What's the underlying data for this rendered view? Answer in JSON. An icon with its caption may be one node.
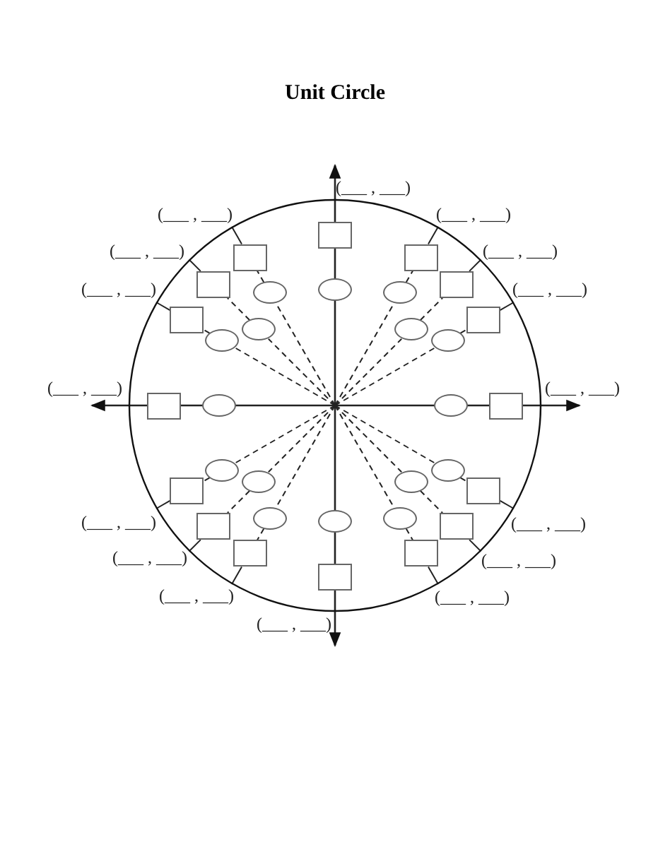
{
  "diagram": {
    "title": "Unit Circle",
    "nodes": [
      {
        "text": [],
        "shape": "circle"
      },
      {
        "text": [],
        "shape": "box",
        "in": 0
      },
      {
        "text": [],
        "shape": "ellipse",
        "in": 0
      },
      {
        "text": [],
        "shape": "box",
        "in": 0
      },
      {
        "text": [],
        "shape": "ellipse",
        "in": 0
      },
      {
        "text": [],
        "shape": "box",
        "in": 0
      },
      {
        "text": [],
        "shape": "ellipse",
        "in": 0
      },
      {
        "text": [],
        "shape": "box",
        "in": 0
      },
      {
        "text": [],
        "shape": "ellipse",
        "in": 0
      },
      {
        "text": [],
        "shape": "box",
        "in": 0
      },
      {
        "text": [],
        "shape": "ellipse",
        "in": 0
      },
      {
        "text": [],
        "shape": "box",
        "in": 0
      },
      {
        "text": [],
        "shape": "ellipse",
        "in": 0
      },
      {
        "text": [],
        "shape": "box",
        "in": 0
      },
      {
        "text": [],
        "shape": "ellipse",
        "in": 0
      },
      {
        "text": [],
        "shape": "box",
        "in": 0
      },
      {
        "text": [],
        "shape": "ellipse",
        "in": 0
      },
      {
        "text": [],
        "shape": "box",
        "in": 0
      },
      {
        "text": [],
        "shape": "ellipse",
        "in": 0
      },
      {
        "text": [],
        "shape": "box",
        "in": 0
      },
      {
        "text": [],
        "shape": "ellipse",
        "in": 0
      },
      {
        "text": [],
        "shape": "box",
        "in": 0
      },
      {
        "text": [],
        "shape": "ellipse",
        "in": 0
      },
      {
        "text": [],
        "shape": "box",
        "in": 0
      },
      {
        "text": [],
        "shape": "ellipse",
        "in": 0
      },
      {
        "text": [],
        "shape": "box",
        "in": 0
      },
      {
        "text": [],
        "shape": "ellipse",
        "in": 0
      },
      {
        "text": [],
        "shape": "box",
        "in": 0
      },
      {
        "text": [],
        "shape": "ellipse",
        "in": 0
      },
      {
        "text": [],
        "shape": "box",
        "in": 0
      },
      {
        "text": [],
        "shape": "ellipse",
        "in": 0
      },
      {
        "text": [],
        "shape": "box",
        "in": 0
      },
      {
        "text": [],
        "shape": "ellipse",
        "in": 0
      }
    ],
    "edges": [
      {
        "from": null,
        "to": 4,
        "arrow": "none",
        "style": "dashed"
      },
      {
        "from": 4,
        "to": 3,
        "arrow": "none",
        "style": "dashed"
      },
      {
        "from": 3,
        "to": 0,
        "arrow": "none"
      },
      {
        "from": null,
        "to": 6,
        "arrow": "none",
        "style": "dashed"
      },
      {
        "from": 6,
        "to": 5,
        "arrow": "none",
        "style": "dashed"
      },
      {
        "from": 5,
        "to": 0,
        "arrow": "none"
      },
      {
        "from": null,
        "to": 8,
        "arrow": "none",
        "style": "dashed"
      },
      {
        "from": 8,
        "to": 7,
        "arrow": "none",
        "style": "dashed"
      },
      {
        "from": 7,
        "to": 0,
        "arrow": "none"
      },
      {
        "from": null,
        "to": 12,
        "arrow": "none",
        "style": "dashed"
      },
      {
        "from": 12,
        "to": 11,
        "arrow": "none",
        "style": "dashed"
      },
      {
        "from": 11,
        "to": 0,
        "arrow": "none"
      },
      {
        "from": null,
        "to": 14,
        "arrow": "none",
        "style": "dashed"
      },
      {
        "from": 14,
        "to": 13,
        "arrow": "none",
        "style": "dashed"
      },
      {
        "from": 13,
        "to": 0,
        "arrow": "none"
      },
      {
        "from": null,
        "to": 16,
        "arrow": "none",
        "style": "dashed"
      },
      {
        "from": 16,
        "to": 15,
        "arrow": "none",
        "style": "dashed"
      },
      {
        "from": 15,
        "to": 0,
        "arrow": "none"
      },
      {
        "from": null,
        "to": 20,
        "arrow": "none",
        "style": "dashed"
      },
      {
        "from": 20,
        "to": 19,
        "arrow": "none",
        "style": "dashed"
      },
      {
        "from": 19,
        "to": 0,
        "arrow": "none"
      },
      {
        "from": null,
        "to": 22,
        "arrow": "none",
        "style": "dashed"
      },
      {
        "from": 22,
        "to": 21,
        "arrow": "none",
        "style": "dashed"
      },
      {
        "from": 21,
        "to": 0,
        "arrow": "none"
      },
      {
        "from": null,
        "to": 24,
        "arrow": "none",
        "style": "dashed"
      },
      {
        "from": 24,
        "to": 23,
        "arrow": "none",
        "style": "dashed"
      },
      {
        "from": 23,
        "to": 0,
        "arrow": "none"
      },
      {
        "from": null,
        "to": 28,
        "arrow": "none",
        "style": "dashed"
      },
      {
        "from": 28,
        "to": 27,
        "arrow": "none",
        "style": "dashed"
      },
      {
        "from": 27,
        "to": 0,
        "arrow": "none"
      },
      {
        "from": null,
        "to": 30,
        "arrow": "none",
        "style": "dashed"
      },
      {
        "from": 30,
        "to": 29,
        "arrow": "none",
        "style": "dashed"
      },
      {
        "from": 29,
        "to": 0,
        "arrow": "none"
      },
      {
        "from": null,
        "to": 32,
        "arrow": "none",
        "style": "dashed"
      },
      {
        "from": 32,
        "to": 31,
        "arrow": "none",
        "style": "dashed"
      },
      {
        "from": 31,
        "to": 0,
        "arrow": "none"
      }
    ],
    "labels": [
      "(___ , ___)",
      "(___ , ___)",
      "(___ , ___)",
      "(___ , ___)",
      "(___ , ___)",
      "(___ , ___)",
      "(___ , ___)",
      "(___ , ___)",
      "(___ , ___)",
      "(___ , ___)",
      "(___ , ___)",
      "(___ , ___)",
      "(___ , ___)",
      "(___ , ___)",
      "(___ , ___)",
      "(___ , ___)"
    ]
  }
}
